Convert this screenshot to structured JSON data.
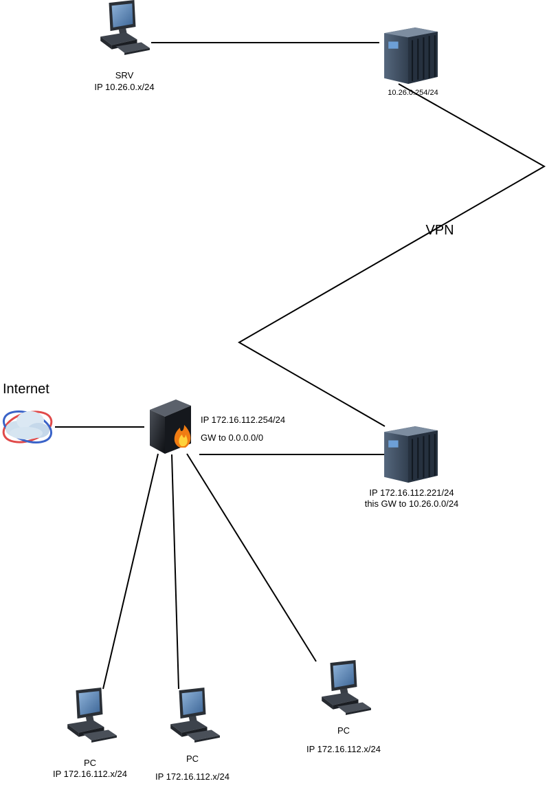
{
  "nodes": {
    "srv": {
      "name": "SRV",
      "ip": "IP 10.26.0.x/24",
      "icon": "workstation-icon"
    },
    "remote_gw": {
      "ip": "10.26.0.254/24",
      "icon": "server-rack-icon"
    },
    "firewall": {
      "ip": "IP 172.16.112.254/24",
      "gw": "GW to 0.0.0.0/0",
      "icon": "firewall-icon"
    },
    "local_gw": {
      "ip": "IP 172.16.112.221/24",
      "route": "this GW to 10.26.0.0/24",
      "icon": "server-rack-icon"
    },
    "internet": {
      "label": "Internet",
      "icon": "internet-cloud-icon"
    },
    "pcs": [
      {
        "name": "PC",
        "ip": "IP 172.16.112.x/24"
      },
      {
        "name": "PC",
        "ip": "IP 172.16.112.x/24"
      },
      {
        "name": "PC",
        "ip": "IP 172.16.112.x/24"
      }
    ]
  },
  "links": {
    "vpn_label": "VPN"
  },
  "colors": {
    "line": "#000000",
    "monitor_frame": "#2a2f36",
    "screen": "#4f79a8",
    "rack": "#39485a",
    "flame": "#f07c12"
  }
}
